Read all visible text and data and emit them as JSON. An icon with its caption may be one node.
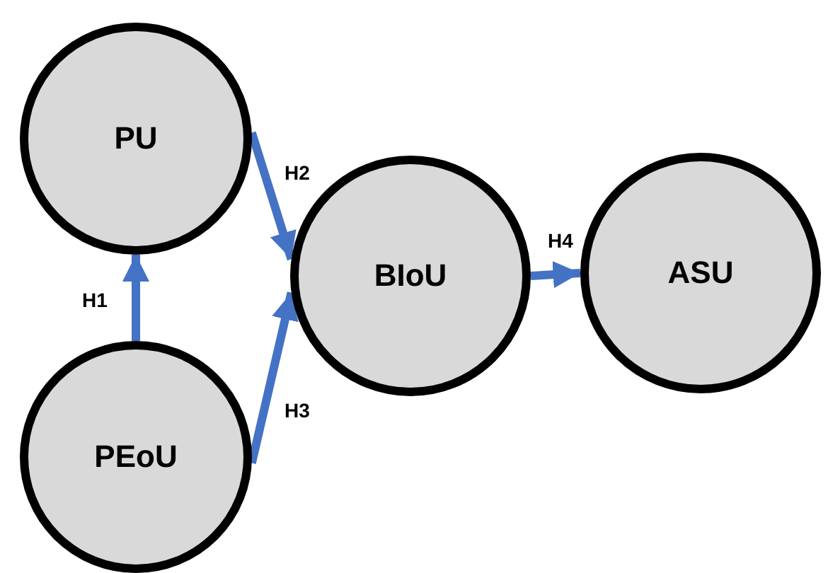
{
  "diagram": {
    "nodes": [
      {
        "text": [
          "PU"
        ]
      },
      {
        "text": [
          "PEoU"
        ]
      },
      {
        "text": [
          "BIoU"
        ]
      },
      {
        "text": [
          "ASU"
        ]
      }
    ],
    "edges": [
      {
        "from": 1,
        "to": 0,
        "arrow": "to",
        "label": "H1"
      },
      {
        "from": 0,
        "to": 2,
        "arrow": "to",
        "label": "H2"
      },
      {
        "from": 1,
        "to": 2,
        "arrow": "to",
        "label": "H3"
      },
      {
        "from": 2,
        "to": 3,
        "arrow": "to",
        "label": "H4"
      }
    ]
  }
}
